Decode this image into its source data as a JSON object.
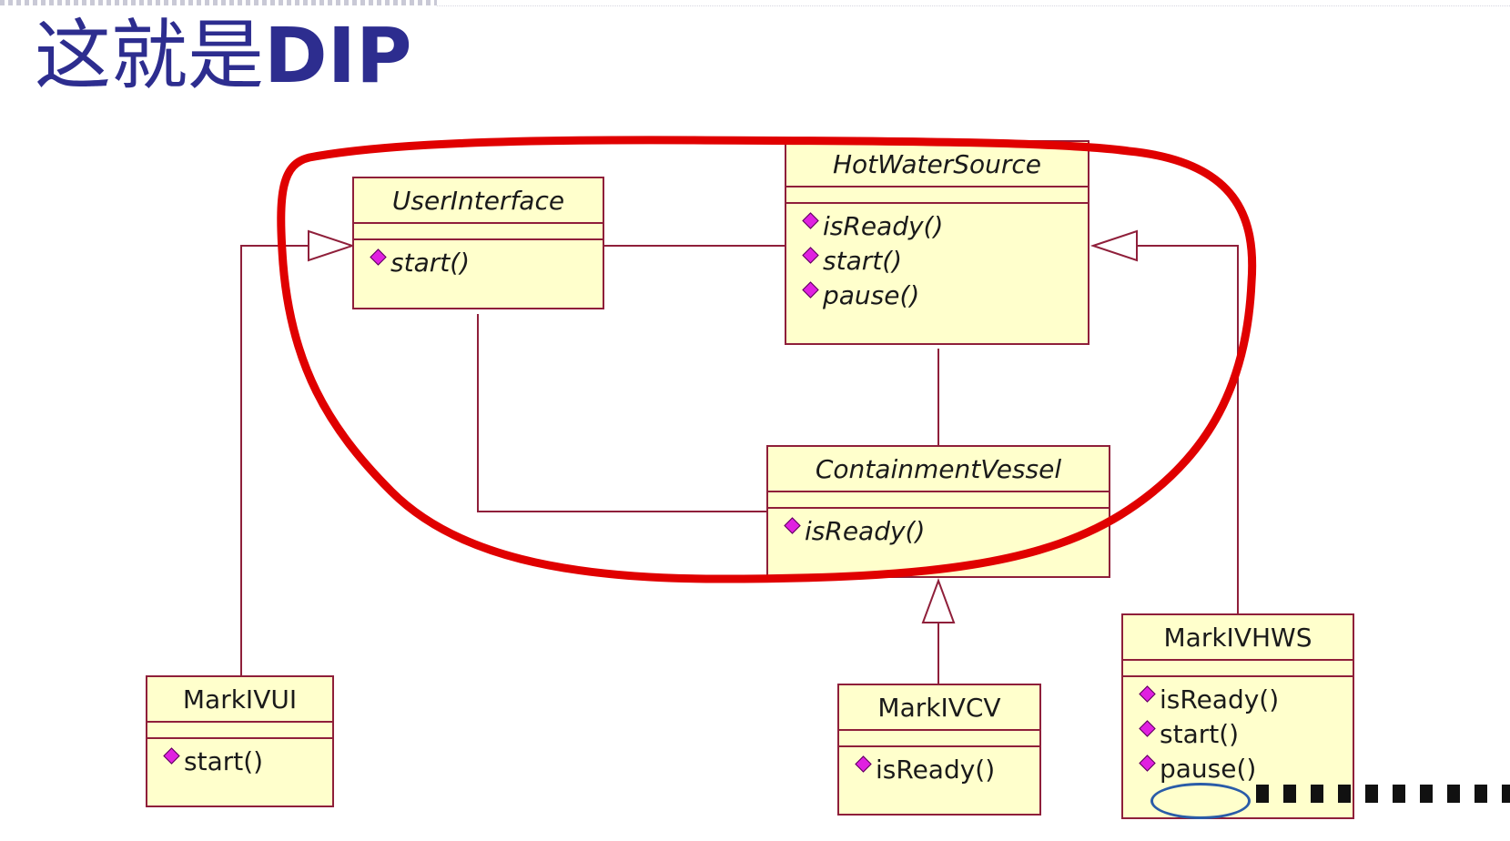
{
  "slide": {
    "title_cn": "这就是",
    "title_en": "DIP"
  },
  "colors": {
    "title": "#2d2d8f",
    "class_fill": "#ffffcc",
    "class_border": "#8f1f3a",
    "line": "#8f1f3a",
    "highlight_loop": "#e00000",
    "method_icon": "#e020e0"
  },
  "classes": {
    "user_interface": {
      "name": "UserInterface",
      "abstract": true,
      "ops": [
        "start()"
      ]
    },
    "hot_water_source": {
      "name": "HotWaterSource",
      "abstract": true,
      "ops": [
        "isReady()",
        "start()",
        "pause()"
      ]
    },
    "containment_vessel": {
      "name": "ContainmentVessel",
      "abstract": true,
      "ops": [
        "isReady()"
      ]
    },
    "mark_iv_ui": {
      "name": "MarkIVUI",
      "abstract": false,
      "ops": [
        "start()"
      ]
    },
    "mark_iv_cv": {
      "name": "MarkIVCV",
      "abstract": false,
      "ops": [
        "isReady()"
      ]
    },
    "mark_iv_hws": {
      "name": "MarkIVHWS",
      "abstract": false,
      "ops": [
        "isReady()",
        "start()",
        "pause()"
      ]
    }
  },
  "relations": [
    {
      "from": "UserInterface",
      "to": "HotWaterSource",
      "type": "association"
    },
    {
      "from": "UserInterface",
      "to": "ContainmentVessel",
      "type": "association"
    },
    {
      "from": "HotWaterSource",
      "to": "ContainmentVessel",
      "type": "association"
    },
    {
      "from": "MarkIVUI",
      "to": "UserInterface",
      "type": "generalization"
    },
    {
      "from": "MarkIVCV",
      "to": "ContainmentVessel",
      "type": "generalization"
    },
    {
      "from": "MarkIVHWS",
      "to": "HotWaterSource",
      "type": "generalization"
    }
  ]
}
